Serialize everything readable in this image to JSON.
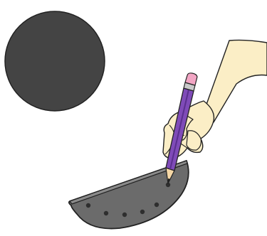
{
  "illustration": {
    "elements": [
      "dark-circle",
      "half-circle-paper",
      "pencil",
      "hand"
    ]
  },
  "colors": {
    "background": "#ffffff",
    "circle_fill": "#444444",
    "half_circle_fill": "#6b6b6b",
    "outline": "#222222",
    "dots": "#2e2e2e",
    "pencil_body": "#7f4bb8",
    "pencil_dark": "#5a2f8e",
    "pencil_eraser": "#f2a6c4",
    "pencil_wood": "#f5d7a6",
    "skin": "#fbeec6"
  }
}
